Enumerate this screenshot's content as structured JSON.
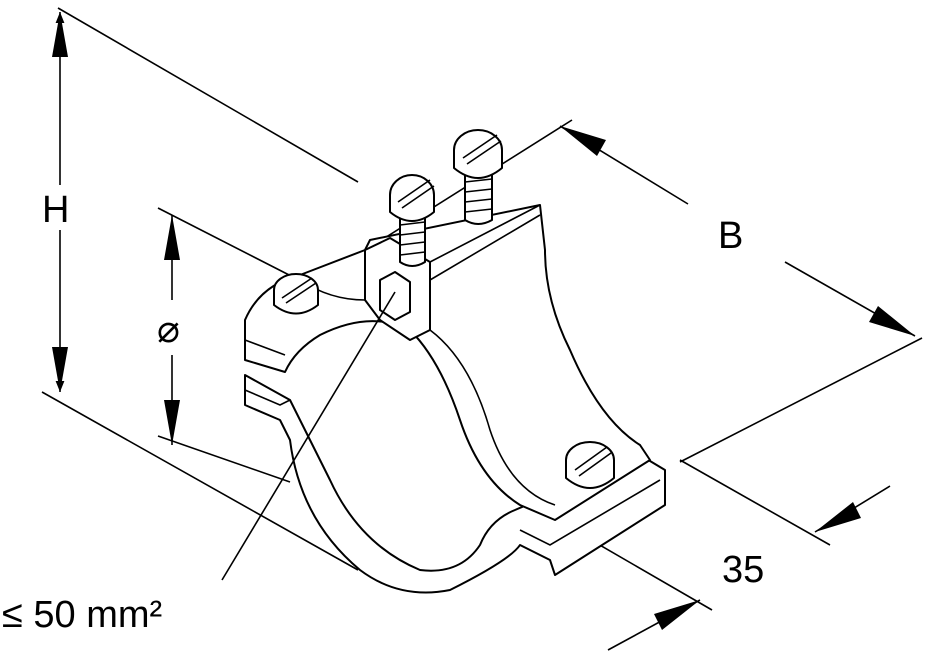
{
  "drawing": {
    "labels": {
      "height": "H",
      "diameter": "⌀",
      "width": "B",
      "depth": "35",
      "cross_section": "≤ 50 mm²"
    }
  }
}
